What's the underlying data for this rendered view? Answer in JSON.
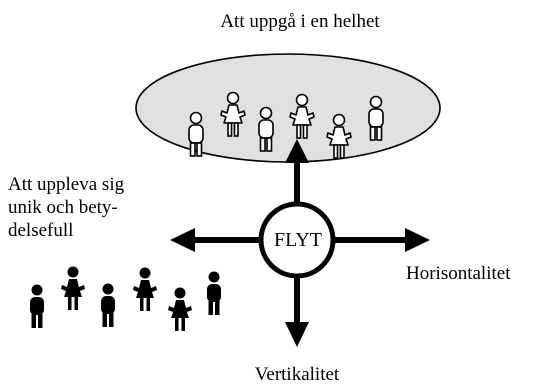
{
  "diagram": {
    "top_label": "Att uppgå i en helhet",
    "left_label_lines": [
      "Att uppleva sig",
      "unik och bety-",
      "delsefull"
    ],
    "center_label": "FLYT",
    "right_label": "Horisontalitet",
    "bottom_label": "Vertikalitet",
    "group_count": 6,
    "individual_count": 6
  },
  "colors": {
    "ellipse_fill": "#e0e0e0",
    "stroke": "#000000",
    "individual_fill": "#000000",
    "group_fill": "#ffffff"
  },
  "icons": {
    "group_figures": "person-outline-icon",
    "individual_figures": "person-solid-icon",
    "arrows": "arrow-icon"
  }
}
